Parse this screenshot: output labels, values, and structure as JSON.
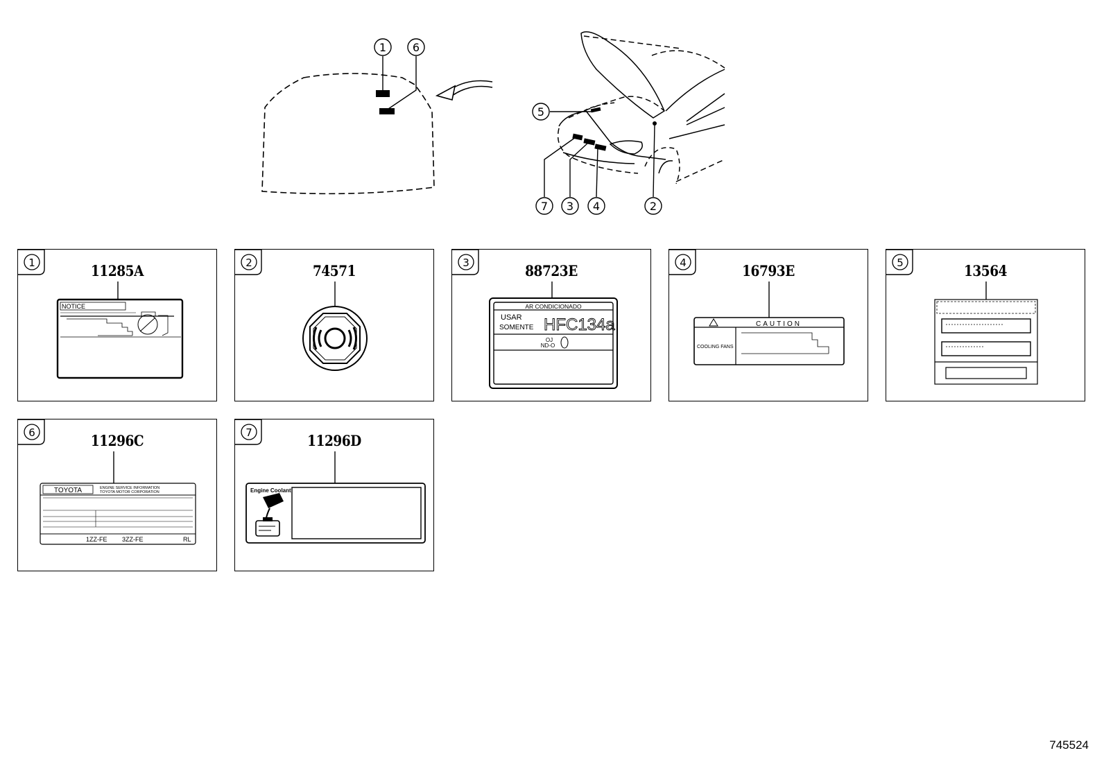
{
  "diagram": {
    "callouts": [
      "1",
      "2",
      "3",
      "4",
      "5",
      "6",
      "7"
    ],
    "reference_code": "745524"
  },
  "panels": [
    {
      "index": "1",
      "part_number": "11285A",
      "label_lines": [
        "NOTICE"
      ]
    },
    {
      "index": "2",
      "part_number": "74571"
    },
    {
      "index": "3",
      "part_number": "88723E",
      "label_lines": [
        "AR CONDICIONADO",
        "USAR",
        "SOMENTE",
        "HFC134a",
        "OJ",
        "ND-O"
      ]
    },
    {
      "index": "4",
      "part_number": "16793E",
      "label_lines": [
        "CAUTION",
        "COOLING FANS"
      ]
    },
    {
      "index": "5",
      "part_number": "13564"
    },
    {
      "index": "6",
      "part_number": "11296C",
      "label_lines": [
        "TOYOTA",
        "ENGINE SERVICE INFORMATION",
        "TOYOTA MOTOR CORPORATION",
        "1ZZ-FE",
        "3ZZ-FE",
        "RL"
      ]
    },
    {
      "index": "7",
      "part_number": "11296D",
      "label_lines": [
        "Engine Coolant"
      ]
    }
  ]
}
